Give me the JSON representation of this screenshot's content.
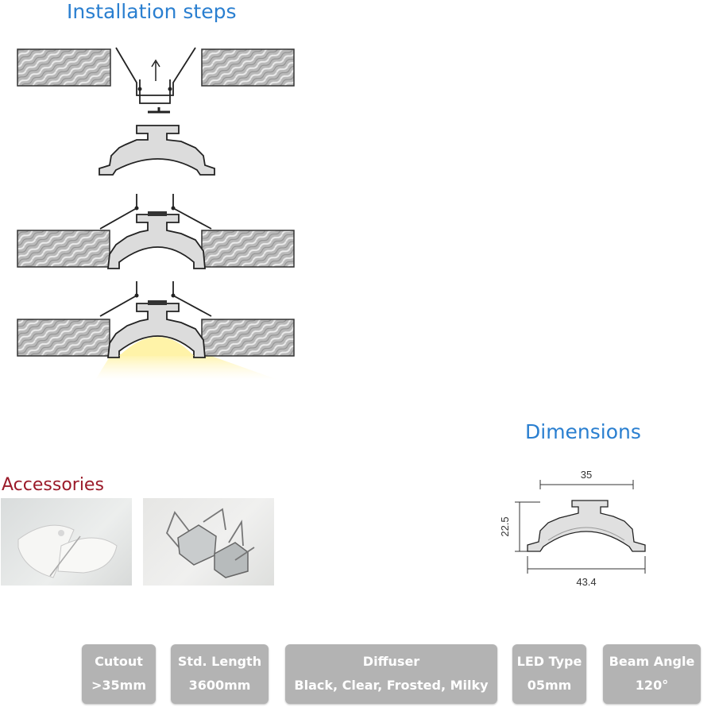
{
  "installation": {
    "title": "Installation steps"
  },
  "dimensions": {
    "title": "Dimensions",
    "width_top": "35",
    "height": "22.5",
    "width_bottom": "43.4"
  },
  "accessories": {
    "title": "Accessories"
  },
  "specs": [
    {
      "label": "Cutout",
      "value": ">35mm"
    },
    {
      "label": "Std. Length",
      "value": "3600mm"
    },
    {
      "label": "Diffuser",
      "value": "Black, Clear, Frosted, Milky"
    },
    {
      "label": "LED Type",
      "value": "05mm"
    },
    {
      "label": "Beam Angle",
      "value": "120°"
    }
  ],
  "colors": {
    "title_blue": "#2a7fd0",
    "accessories_red": "#9b1b2a",
    "spec_box_grey": "#b3b3b3",
    "light_glow": "#fff3a8"
  }
}
